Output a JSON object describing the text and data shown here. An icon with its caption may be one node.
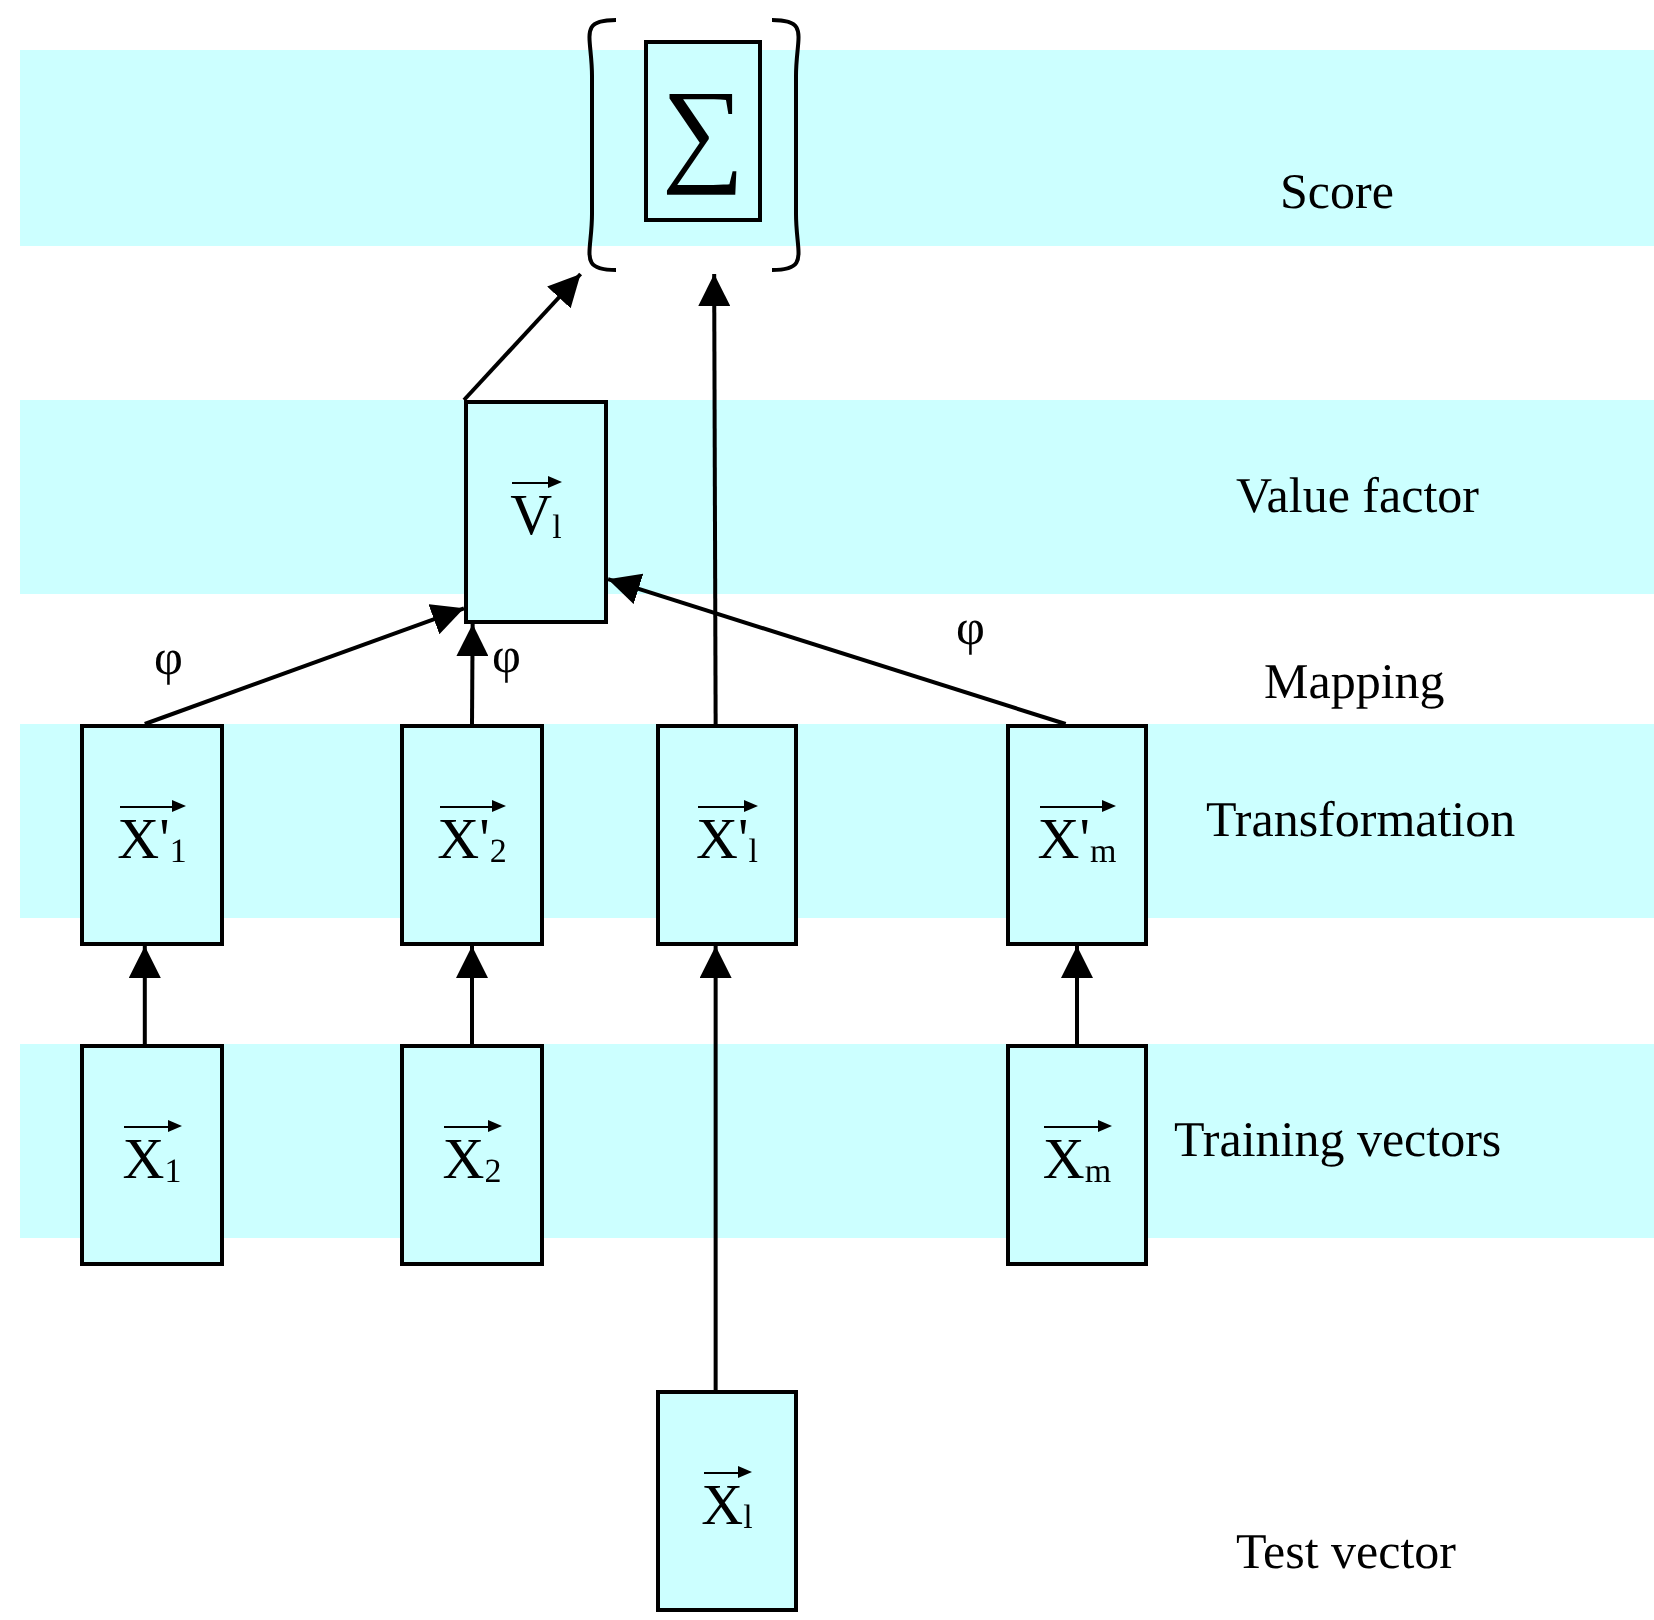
{
  "diagram": {
    "nodes": [
      {
        "text": [],
        "shape": "bracket"
      },
      {
        "text": [
          "∑"
        ],
        "in": 0
      },
      {
        "text": [
          "V$_{l}$"
        ]
      },
      {
        "text": [
          "X'$_{1}$"
        ]
      },
      {
        "text": [
          "X'$_{2}$"
        ]
      },
      {
        "text": [
          "X'$_{l}$"
        ]
      },
      {
        "text": [
          "X'$_{m}$"
        ]
      },
      {
        "text": [
          "X$_{1}$"
        ]
      },
      {
        "text": [
          "X$_{2}$"
        ]
      },
      {
        "text": [
          "X$_{m}$"
        ]
      },
      {
        "text": [
          "X$_{l}$"
        ]
      }
    ],
    "edges": [
      {
        "from": 2,
        "to": 0,
        "arrow": "to"
      },
      {
        "from": 5,
        "to": 0,
        "arrow": "to"
      },
      {
        "from": 3,
        "to": 2,
        "arrow": "to",
        "label": "φ"
      },
      {
        "from": 4,
        "to": 2,
        "arrow": "to",
        "label": "φ"
      },
      {
        "from": 6,
        "to": 2,
        "arrow": "to",
        "label": "φ"
      },
      {
        "from": 7,
        "to": 3,
        "arrow": "to"
      },
      {
        "from": 8,
        "to": 4,
        "arrow": "to"
      },
      {
        "from": 9,
        "to": 6,
        "arrow": "to"
      },
      {
        "from": 10,
        "to": 5,
        "arrow": "to"
      }
    ],
    "labels": [
      "Score",
      "Value factor",
      "Mapping",
      "Transformation",
      "Training vectors",
      "Test vector"
    ]
  }
}
